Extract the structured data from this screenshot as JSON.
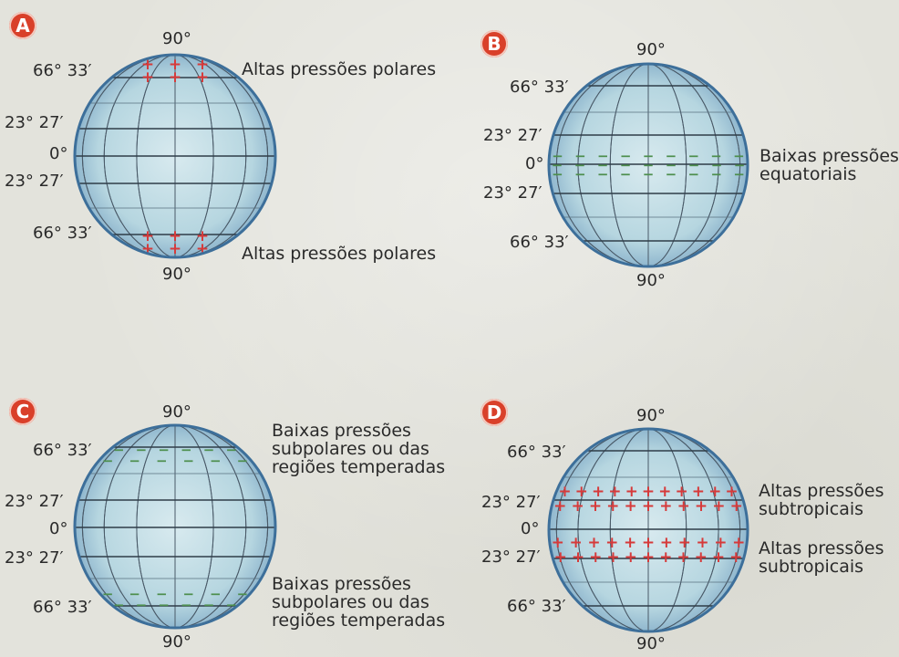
{
  "panels": [
    {
      "letter": "A",
      "labels": {
        "top": "90°",
        "bottom": "90°",
        "n66": "66° 33′",
        "n23": "23° 27′",
        "eq": "0°",
        "s23": "23° 27′",
        "s66": "66° 33′"
      },
      "descriptions": [
        [
          "Altas pressões polares"
        ],
        [
          "Altas pressões polares"
        ]
      ],
      "pressure_bands": [
        {
          "zone": "north polar",
          "sign": "+",
          "color": "#d63a3a"
        },
        {
          "zone": "south polar",
          "sign": "+",
          "color": "#d63a3a"
        }
      ]
    },
    {
      "letter": "B",
      "labels": {
        "top": "90°",
        "bottom": "90°",
        "n66": "66° 33′",
        "n23": "23° 27′",
        "eq": "0°",
        "s23": "23° 27′",
        "s66": "66° 33′"
      },
      "descriptions": [
        [
          "Baixas pressões",
          "equatoriais"
        ]
      ],
      "pressure_bands": [
        {
          "zone": "equatorial",
          "sign": "−",
          "color": "#4e8f4e"
        }
      ]
    },
    {
      "letter": "C",
      "labels": {
        "top": "90°",
        "bottom": "90°",
        "n66": "66° 33′",
        "n23": "23° 27′",
        "eq": "0°",
        "s23": "23° 27′",
        "s66": "66° 33′"
      },
      "descriptions": [
        [
          "Baixas pressões",
          "subpolares ou das",
          "regiões temperadas"
        ],
        [
          "Baixas pressões",
          "subpolares ou das",
          "regiões temperadas"
        ]
      ],
      "pressure_bands": [
        {
          "zone": "north subpolar",
          "sign": "−",
          "color": "#4e8f4e"
        },
        {
          "zone": "south subpolar",
          "sign": "−",
          "color": "#4e8f4e"
        }
      ]
    },
    {
      "letter": "D",
      "labels": {
        "top": "90°",
        "bottom": "90°",
        "n66": "66° 33′",
        "n23": "23° 27′",
        "eq": "0°",
        "s23": "23° 27′",
        "s66": "66° 33′"
      },
      "descriptions": [
        [
          "Altas pressões",
          "subtropicais"
        ],
        [
          "Altas pressões",
          "subtropicais"
        ]
      ],
      "pressure_bands": [
        {
          "zone": "north subtropical",
          "sign": "+",
          "color": "#d63a3a"
        },
        {
          "zone": "south subtropical",
          "sign": "+",
          "color": "#d63a3a"
        }
      ]
    }
  ]
}
